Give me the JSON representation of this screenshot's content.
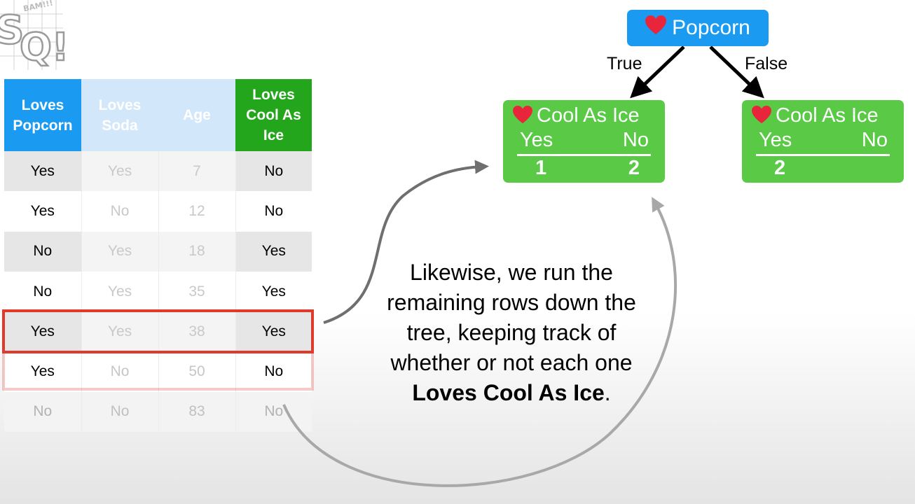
{
  "table": {
    "headers": [
      "Loves Popcorn",
      "Loves Soda",
      "Age",
      "Loves Cool As Ice"
    ],
    "rows": [
      [
        "Yes",
        "Yes",
        "7",
        "No"
      ],
      [
        "Yes",
        "No",
        "12",
        "No"
      ],
      [
        "No",
        "Yes",
        "18",
        "Yes"
      ],
      [
        "No",
        "Yes",
        "35",
        "Yes"
      ],
      [
        "Yes",
        "Yes",
        "38",
        "Yes"
      ],
      [
        "Yes",
        "No",
        "50",
        "No"
      ],
      [
        "No",
        "No",
        "83",
        "No"
      ]
    ],
    "highlighted_row": 5
  },
  "tree": {
    "root": {
      "icon": "heart-icon",
      "label": "Popcorn"
    },
    "true_label": "True",
    "false_label": "False",
    "left_leaf": {
      "icon": "heart-icon",
      "title": "Cool As Ice",
      "yes_label": "Yes",
      "no_label": "No",
      "yes_count": "1",
      "no_count": "2"
    },
    "right_leaf": {
      "icon": "heart-icon",
      "title": "Cool As Ice",
      "yes_label": "Yes",
      "no_label": "No",
      "yes_count": "2",
      "no_count": ""
    }
  },
  "caption": {
    "text_before": "Likewise, we run the remaining rows down the tree, keeping track of whether or not each one ",
    "bold": "Loves Cool As Ice",
    "text_after": "."
  },
  "logo": {
    "text": "BAM!!!",
    "letters": "SQ!"
  },
  "colors": {
    "blue": "#1a9bf1",
    "green_header": "#23a61c",
    "green_leaf": "#59c946",
    "highlight_red": "#e03a2a",
    "heart_red": "#e8253a"
  }
}
